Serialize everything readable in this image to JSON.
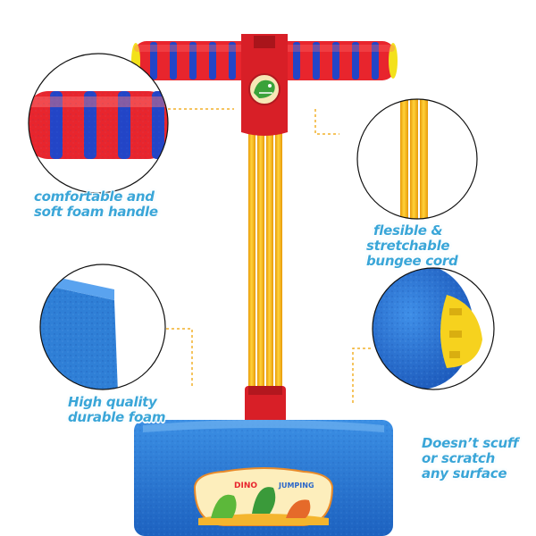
{
  "product": {
    "name": "foam pogo jumper toy",
    "colors": {
      "handle_red": "#e8252d",
      "handle_blue": "#2345c7",
      "pole_yellow": "#f5b915",
      "base_blue": "#2f7fd6",
      "caption_blue": "#3aa6d8",
      "leader_orange": "#f2b02a"
    }
  },
  "callouts": {
    "handle": {
      "line1": "comfortable and",
      "line2": "soft foam handle",
      "icon": "foam-handle-closeup"
    },
    "cord": {
      "line1": "flesible &",
      "line2": "stretchable",
      "line3": "bungee cord",
      "icon": "bungee-cord-closeup"
    },
    "foam": {
      "line1": "High quality",
      "line2": "durable foam",
      "icon": "foam-base-closeup"
    },
    "surface": {
      "line1": "Doesn’t scuff",
      "line2": "or scratch",
      "line3": "any surface",
      "icon": "foam-end-closeup"
    }
  },
  "base_label": {
    "word1": "DINO",
    "word2": "JUMPING"
  }
}
